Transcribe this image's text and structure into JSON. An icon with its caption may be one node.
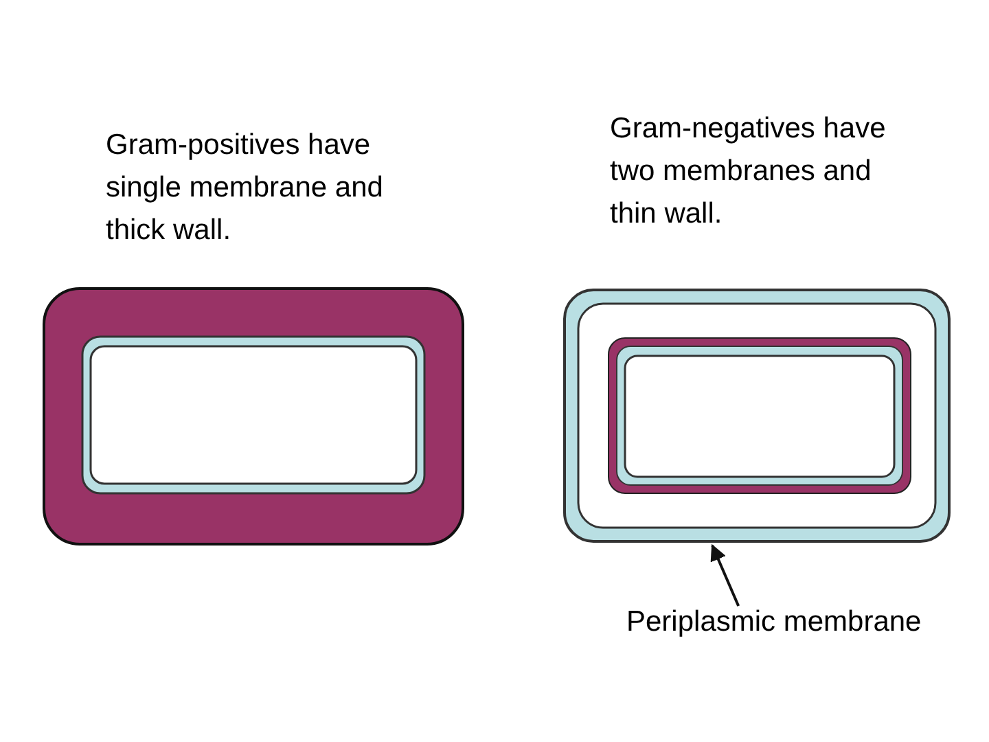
{
  "diagram": {
    "nodes": [
      {
        "text": [],
        "shape": "box"
      },
      {
        "text": [
          "Periplasmic membrane"
        ]
      }
    ],
    "edges": [
      {
        "from": 1,
        "to": 0,
        "arrow": "to"
      }
    ],
    "labels": [
      "Gram-positives have single membrane and thick wall.",
      "Gram-negatives have two membranes and thin wall."
    ]
  }
}
